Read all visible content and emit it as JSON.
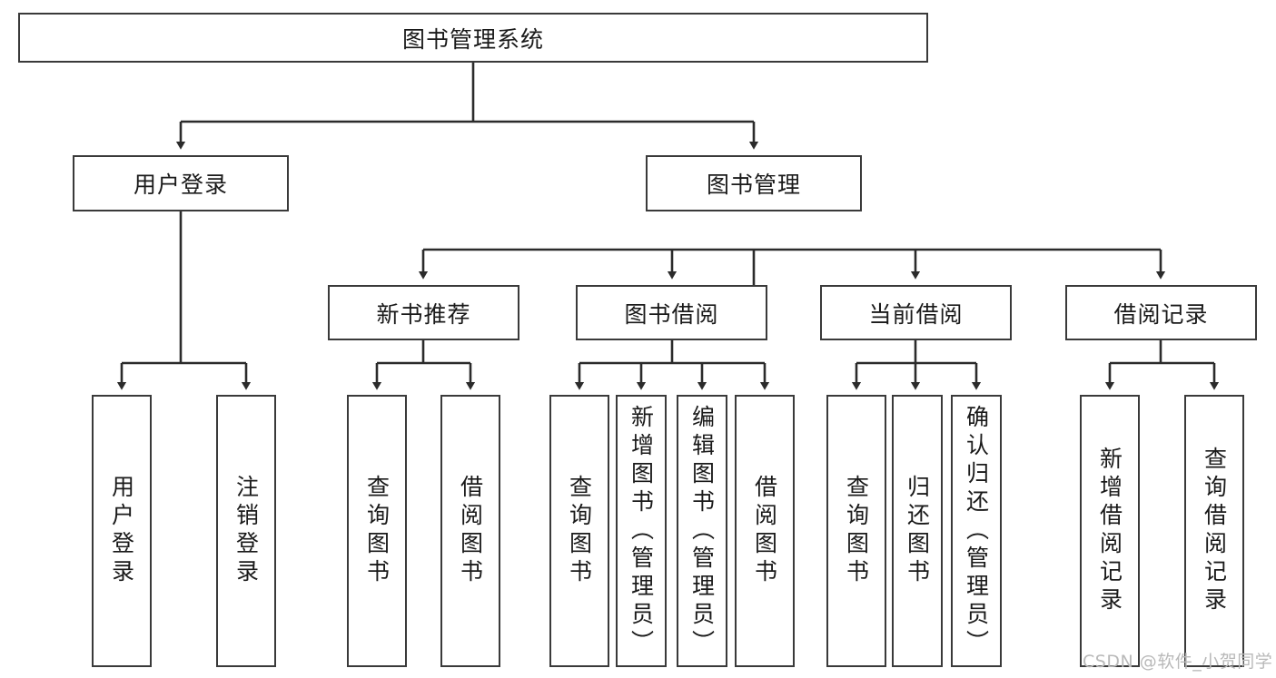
{
  "diagram": {
    "title": "图书管理系统",
    "type": "tree-hierarchy",
    "background_color": "#ffffff",
    "box_border_color": "#3a3a3a",
    "edge_color": "#2b2b2b",
    "text_color": "#1a1a1a"
  },
  "nodes": {
    "root": {
      "label": "图书管理系统"
    },
    "level2": [
      {
        "id": "user-login",
        "label": "用户登录"
      },
      {
        "id": "book-manage",
        "label": "图书管理"
      }
    ],
    "level3": [
      {
        "id": "new-book-rec",
        "label": "新书推荐"
      },
      {
        "id": "book-borrow",
        "label": "图书借阅"
      },
      {
        "id": "current-borrow",
        "label": "当前借阅"
      },
      {
        "id": "borrow-record",
        "label": "借阅记录"
      }
    ],
    "leaves": {
      "user_login": [
        {
          "id": "leaf-user-login",
          "label": "用户登录"
        },
        {
          "id": "leaf-logout",
          "label": "注销登录"
        }
      ],
      "new_book_rec": [
        {
          "id": "leaf-query-book-1",
          "label": "查询图书"
        },
        {
          "id": "leaf-borrow-book-1",
          "label": "借阅图书"
        }
      ],
      "book_borrow": [
        {
          "id": "leaf-query-book-2",
          "label": "查询图书"
        },
        {
          "id": "leaf-add-book",
          "label": "新增图书（管理员）"
        },
        {
          "id": "leaf-edit-book",
          "label": "编辑图书（管理员）"
        },
        {
          "id": "leaf-borrow-book-2",
          "label": "借阅图书"
        }
      ],
      "current_borrow": [
        {
          "id": "leaf-query-book-3",
          "label": "查询图书"
        },
        {
          "id": "leaf-return-book",
          "label": "归还图书"
        },
        {
          "id": "leaf-confirm-return",
          "label": "确认归还（管理员）"
        }
      ],
      "borrow_record": [
        {
          "id": "leaf-add-record",
          "label": "新增借阅记录"
        },
        {
          "id": "leaf-query-record",
          "label": "查询借阅记录"
        }
      ]
    }
  },
  "watermark": {
    "text": "CSDN @软件_小贺同学"
  }
}
